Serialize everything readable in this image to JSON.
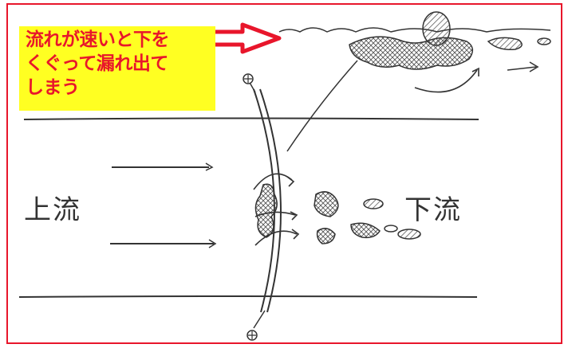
{
  "callout": {
    "text": "流れが速いと下を\nくぐって漏れ出て\nしまう"
  },
  "labels": {
    "upstream": "上流",
    "downstream": "下流"
  },
  "colors": {
    "frame": "#e8162b",
    "callout_bg": "#ffff22",
    "callout_text": "#e8162b",
    "ink": "#333333"
  },
  "icons": [
    "callout-arrow-icon",
    "oil-blob-icon",
    "flow-arrow-icon",
    "anchor-buoy-icon"
  ]
}
